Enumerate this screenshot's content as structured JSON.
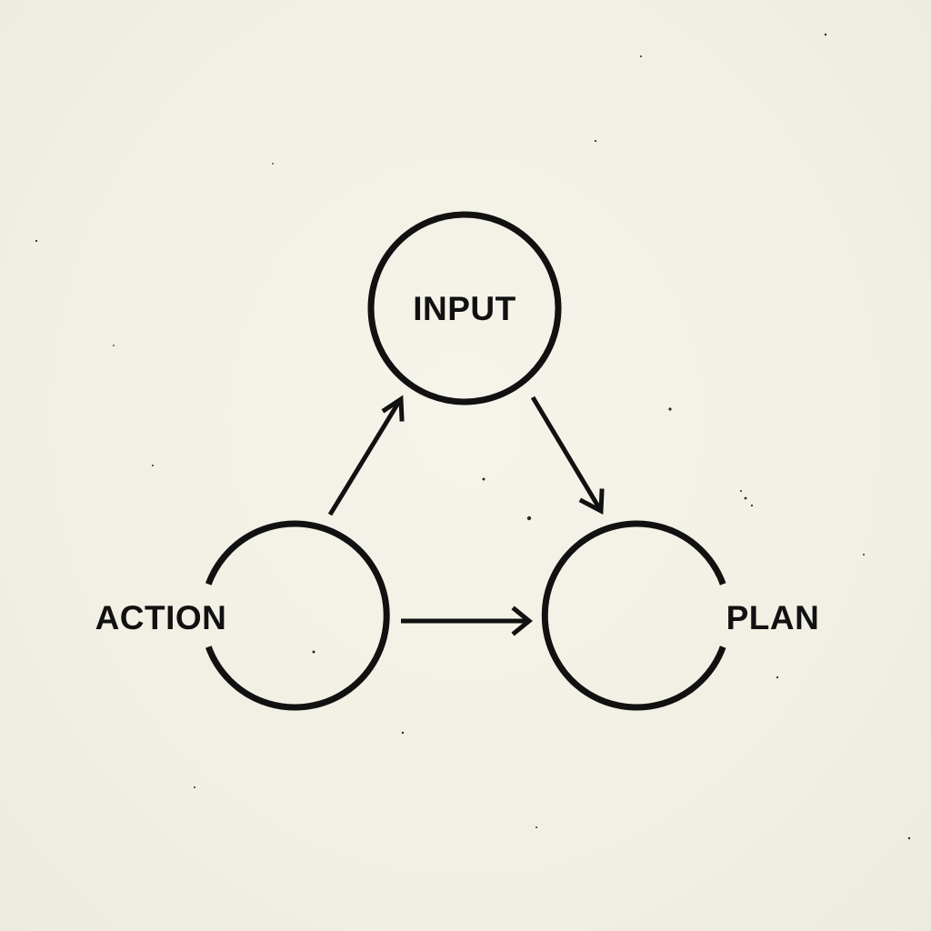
{
  "diagram": {
    "nodes": {
      "input": {
        "label": "INPUT"
      },
      "action": {
        "label": "ACTION"
      },
      "plan": {
        "label": "PLAN"
      }
    },
    "edges": [
      {
        "from": "ACTION",
        "to": "INPUT"
      },
      {
        "from": "INPUT",
        "to": "PLAN"
      },
      {
        "from": "ACTION",
        "to": "PLAN"
      }
    ],
    "colors": {
      "background": "#f3f1e6",
      "ink": "#111111"
    }
  }
}
